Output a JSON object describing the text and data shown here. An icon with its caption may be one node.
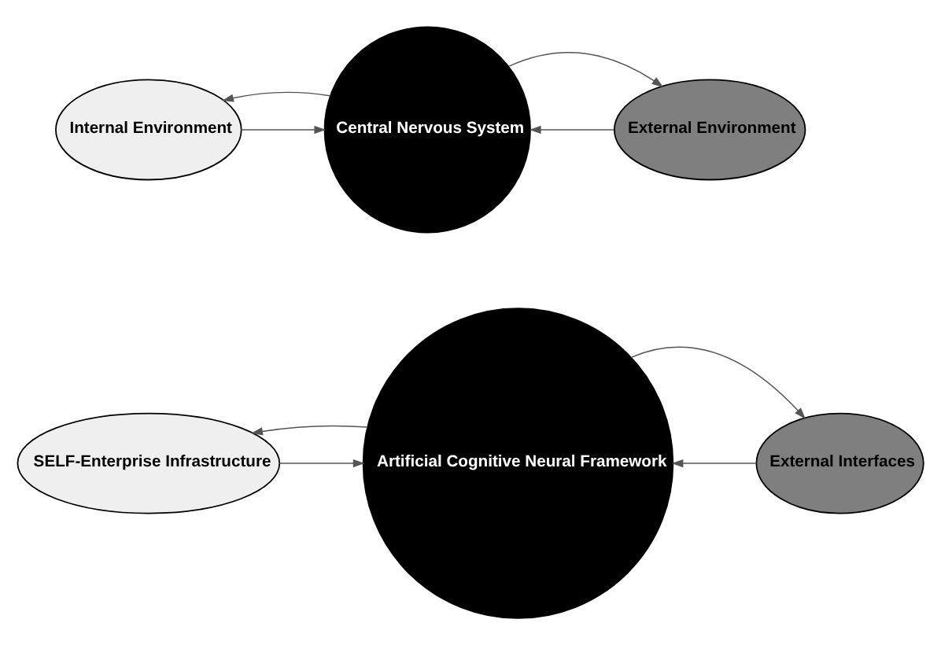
{
  "diagram": {
    "nodes": [
      {
        "text": [
          "Internal Environment"
        ]
      },
      {
        "text": [
          "Central Nervous System"
        ]
      },
      {
        "text": [
          "External Environment"
        ]
      },
      {
        "text": [
          "SELF-Enterprise Infrastructure"
        ]
      },
      {
        "text": [
          "Artificial Cognitive Neural Framework"
        ]
      },
      {
        "text": [
          "External Interfaces"
        ]
      }
    ],
    "edges": [
      {
        "from": 0,
        "to": 1,
        "arrow": "to"
      },
      {
        "from": 1,
        "to": 0,
        "arrow": "to"
      },
      {
        "from": 2,
        "to": 1,
        "arrow": "to"
      },
      {
        "from": 1,
        "to": 2,
        "arrow": "to"
      },
      {
        "from": 3,
        "to": 4,
        "arrow": "to"
      },
      {
        "from": 4,
        "to": 3,
        "arrow": "to"
      },
      {
        "from": 5,
        "to": 4,
        "arrow": "to"
      },
      {
        "from": 4,
        "to": 5,
        "arrow": "to"
      }
    ]
  }
}
